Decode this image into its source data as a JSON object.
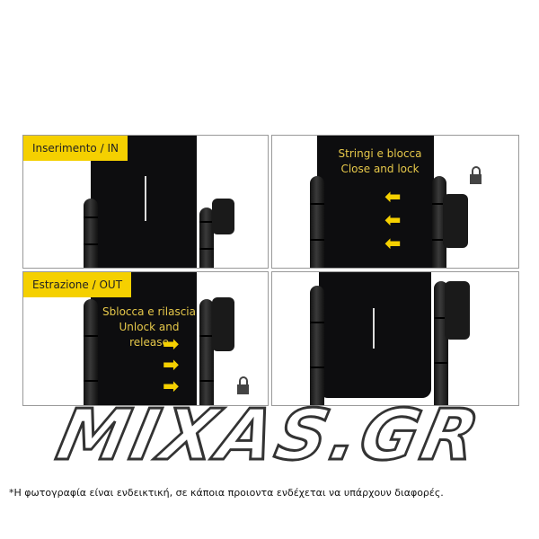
{
  "panels": [
    {
      "label": "Inserimento / IN"
    },
    {
      "caption_1": "Stringi e blocca",
      "caption_2": "Close and lock"
    },
    {
      "label": "Estrazione / OUT",
      "caption_1": "Sblocca e rilascia",
      "caption_2": "Unlock and release"
    },
    {}
  ],
  "watermark": "MIXAS.GR",
  "disclaimer": "*Η φωτογραφία είναι ενδεικτική, σε κάποια προιοντα ενδέχεται να υπάρχουν διαφορές.",
  "colors": {
    "label_bg": "#f5d000",
    "caption": "#e6c84a",
    "phone": "#0d0d0f"
  }
}
